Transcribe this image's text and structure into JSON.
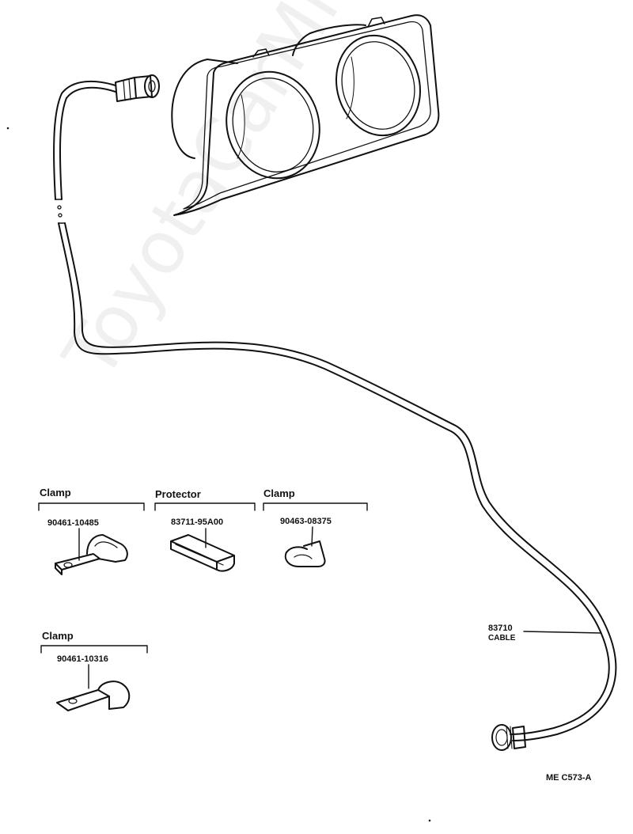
{
  "watermark": "ToyotaCarMine.ru",
  "groups": [
    {
      "title": "Clamp",
      "part_no": "90461-10485"
    },
    {
      "title": "Protector",
      "part_no": "83711-95A00"
    },
    {
      "title": "Clamp",
      "part_no": "90463-08375"
    },
    {
      "title": "Clamp",
      "part_no": "90461-10316"
    }
  ],
  "cable": {
    "part_no": "83710",
    "name": "CABLE"
  },
  "figure_code": "ME  C573-A",
  "colors": {
    "line": "#111111",
    "watermark": "#e6e6e6"
  }
}
